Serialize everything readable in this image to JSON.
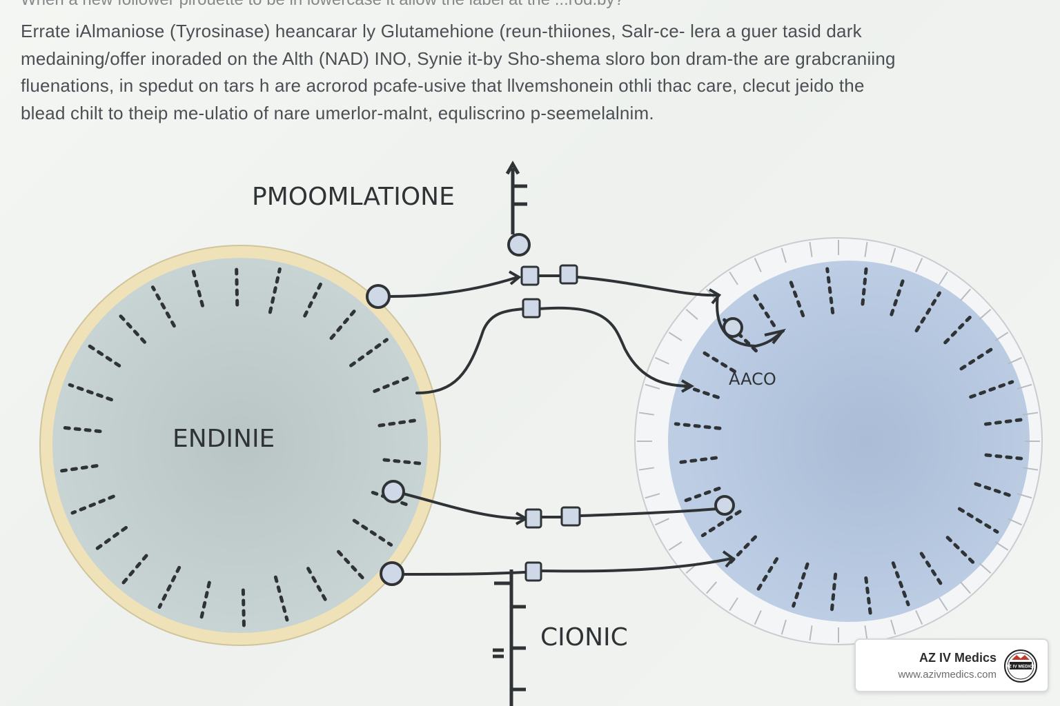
{
  "text": {
    "clipped_line": "When a new follower pirouette to be in lowercase it allow the label at the ...rod.by?",
    "paragraph_lines": [
      "Errate iAlmaniose (Tyrosinase) heancarar ly Glutamehione (reun-thiiones, Salr-ce- lera a guer tasid dark",
      "medaining/offer inoraded on the Alth (NAD) INO, Synie it-by Sho-shema sloro bon dram-the are grabcraniing",
      "fluenations, in spedut on tars h are acrorod pcafe-usive that llvemshonein othli thac care, clecut jeido the",
      "blead chilt to theip me-ulatio of nare umerlor-malnt, equliscrino p-seemelalnim."
    ]
  },
  "diagram": {
    "labels": {
      "top": "PMOOMLATIONE",
      "left_cell": "ENDINIE",
      "right_cell": "AACO",
      "bottom": "CIONIC"
    },
    "colors": {
      "left_cell_fill": "#c8d4d4",
      "left_cell_rim": "#efe2b8",
      "right_cell_fill": "#bccde4",
      "right_cell_rim": "#f4f5f6",
      "stroke": "#2f3336",
      "node_fill": "#cfd8e6"
    }
  },
  "badge": {
    "name": "AZ IV Medics",
    "url": "www.azivmedics.com",
    "logo_text": "AZ IV MEDICS"
  }
}
